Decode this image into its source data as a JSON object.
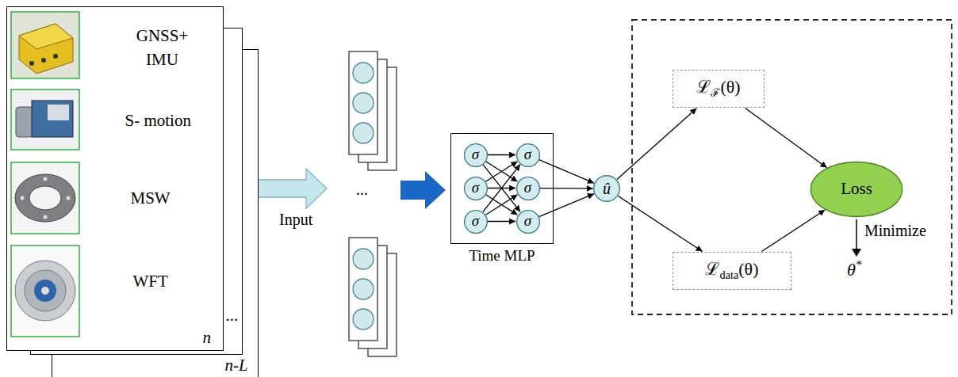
{
  "diagram": {
    "nodes": [
      {
        "text": [
          "GNSS+ IMU",
          "S- motion",
          "MSW",
          "WFT",
          "n"
        ]
      },
      {
        "text": [
          "..."
        ]
      },
      {
        "text": [
          "n-L"
        ]
      },
      {
        "text": [
          "Time MLP"
        ]
      },
      {
        "text": [
          "σ"
        ],
        "in": 3
      },
      {
        "text": [
          "σ"
        ],
        "in": 3
      },
      {
        "text": [
          "σ"
        ],
        "in": 3
      },
      {
        "text": [
          "σ"
        ],
        "in": 3
      },
      {
        "text": [
          "σ"
        ],
        "in": 3
      },
      {
        "text": [
          "σ"
        ],
        "in": 3
      },
      {
        "text": [
          "û"
        ]
      },
      {
        "text": [
          "ℒℱ(θ)"
        ]
      },
      {
        "text": [
          "ℒdata(θ)"
        ]
      },
      {
        "text": [
          "Loss"
        ]
      }
    ],
    "edges": [
      {
        "from": 4,
        "to": 7,
        "arrow": "to"
      },
      {
        "from": 4,
        "to": 8,
        "arrow": "to"
      },
      {
        "from": 4,
        "to": 9,
        "arrow": "to"
      },
      {
        "from": 5,
        "to": 7,
        "arrow": "to"
      },
      {
        "from": 5,
        "to": 8,
        "arrow": "to"
      },
      {
        "from": 5,
        "to": 9,
        "arrow": "to"
      },
      {
        "from": 6,
        "to": 7,
        "arrow": "to"
      },
      {
        "from": 6,
        "to": 8,
        "arrow": "to"
      },
      {
        "from": 6,
        "to": 9,
        "arrow": "to"
      },
      {
        "from": 7,
        "to": 10,
        "arrow": "to"
      },
      {
        "from": 8,
        "to": 10,
        "arrow": "to"
      },
      {
        "from": 9,
        "to": 10,
        "arrow": "to"
      },
      {
        "from": 10,
        "to": 11,
        "arrow": "to"
      },
      {
        "from": 10,
        "to": 12,
        "arrow": "to"
      },
      {
        "from": 11,
        "to": 13,
        "arrow": "to"
      },
      {
        "from": 12,
        "to": 13,
        "arrow": "to"
      }
    ],
    "labels": [
      "Input",
      "...",
      "Minimize",
      "θ*"
    ]
  }
}
